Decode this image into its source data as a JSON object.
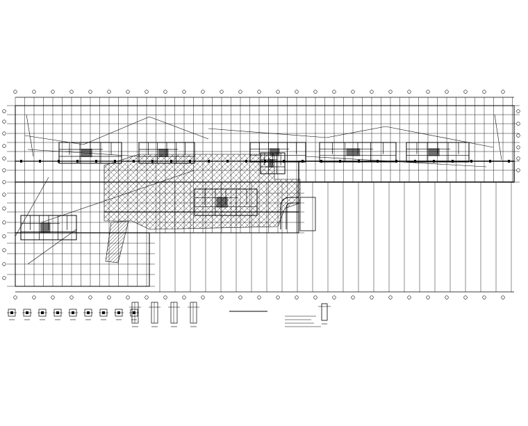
{
  "drawing": {
    "background": "#ffffff",
    "ink": "#000000",
    "plan_title": "",
    "notes_title": "",
    "notes": [],
    "details": {
      "column_count": 9,
      "wall_count": 4,
      "legend_count": 1
    }
  }
}
